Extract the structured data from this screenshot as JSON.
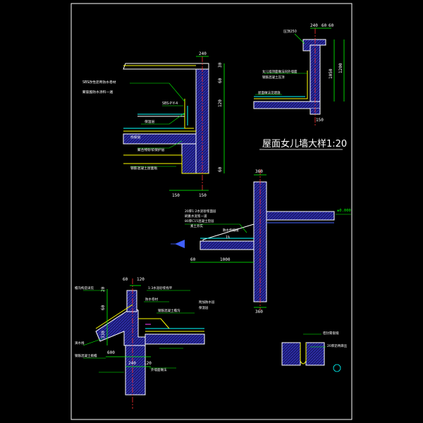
{
  "drawing": {
    "title": "屋面女儿墙大样1:20",
    "colors": {
      "background": "#000000",
      "border": "#ffffff",
      "wall": "#ffffff",
      "hatch": "#2a2aa0",
      "leader": "#00ff00",
      "dimension": "#00ff00",
      "text": "#ffffff",
      "centerline": "#ff3030",
      "cyan": "#00ffff",
      "yellow": "#ffff00",
      "blue": "#4060ff",
      "magenta": "#ff40ff"
    }
  },
  "detail_a": {
    "dims": {
      "top_width": "240",
      "right_1": "30",
      "right_2": "60",
      "right_3": "120",
      "right_4": "60",
      "bottom_left": "150",
      "bottom_right": "150"
    },
    "notes": [
      "SBS改性沥青防水卷材",
      "聚氨酯防水涂料一遍",
      "SBS-P-Y-4",
      "保温层",
      "找坡层",
      "聚合物砂浆保护层",
      "钢筋混凝土屋面板"
    ]
  },
  "detail_b": {
    "dims": {
      "top_1": "240",
      "top_2": "60",
      "top_3": "60",
      "right_1": "1050",
      "right_2": "1200",
      "bottom": "150",
      "left_top": "压顶250"
    },
    "notes": [
      "女儿墙顶面做法同外墙面",
      "钢筋混凝土压顶",
      "屋面做法见建施"
    ]
  },
  "detail_c": {
    "dims": {
      "top": "360",
      "bottom": "360",
      "left_1": "60",
      "left_2": "1000",
      "level": "±0.000"
    },
    "notes": [
      "20厚1:2水泥砂浆面层",
      "刷素水泥浆一道",
      "80厚C15混凝土垫层",
      "素土夯实",
      "散水伸缩缝",
      "1%"
    ]
  },
  "detail_d": {
    "dims": {
      "top_1": "60",
      "top_2": "120",
      "left_1": "20",
      "left_2": "60",
      "left_3": "330",
      "bottom_1": "240",
      "bottom_2": "120",
      "mid": "600"
    },
    "notes": [
      "1:3水泥砂浆找平",
      "防水卷材",
      "钢筋混凝土檐沟",
      "附加防水层",
      "保温层",
      "滴水线",
      "钢筋混凝土挑檐",
      "檐沟构造详见",
      "外墙面做法"
    ]
  },
  "detail_e": {
    "notes": [
      "密封膏嵌缝",
      "20厚沥青麻丝"
    ]
  }
}
